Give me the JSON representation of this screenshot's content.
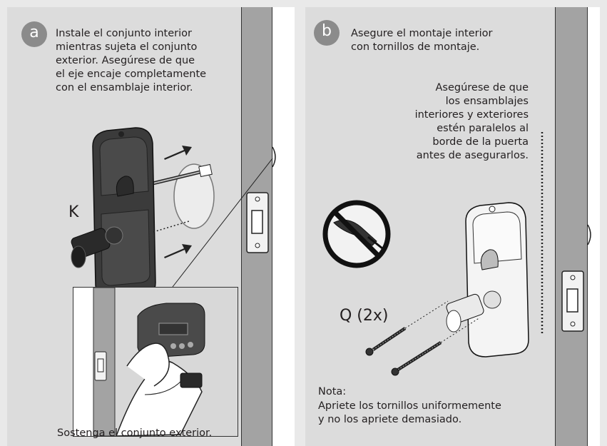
{
  "step_a": {
    "badge": "a",
    "instruction": [
      "Instale el conjunto interior",
      "mientras sujeta el conjunto",
      "exterior. Asegúrese de que",
      "el eje encaje completamente",
      "con el ensamblaje interior."
    ],
    "part_label": "K",
    "inset_caption": "Sostenga el conjunto exterior."
  },
  "step_b": {
    "badge": "b",
    "instruction": [
      "Asegure el montaje interior",
      "con tornillos de montaje."
    ],
    "alignment_note": [
      "Asegúrese de que",
      "los ensamblajes",
      "interiores y exteriores",
      "estén paralelos al",
      "borde de la puerta",
      "antes de asegurarlos."
    ],
    "screw_label": "Q (2x)",
    "note_title": "Nota:",
    "note_text": [
      "Apriete los tornillos uniformemente",
      "y no los apriete demasiado."
    ]
  }
}
